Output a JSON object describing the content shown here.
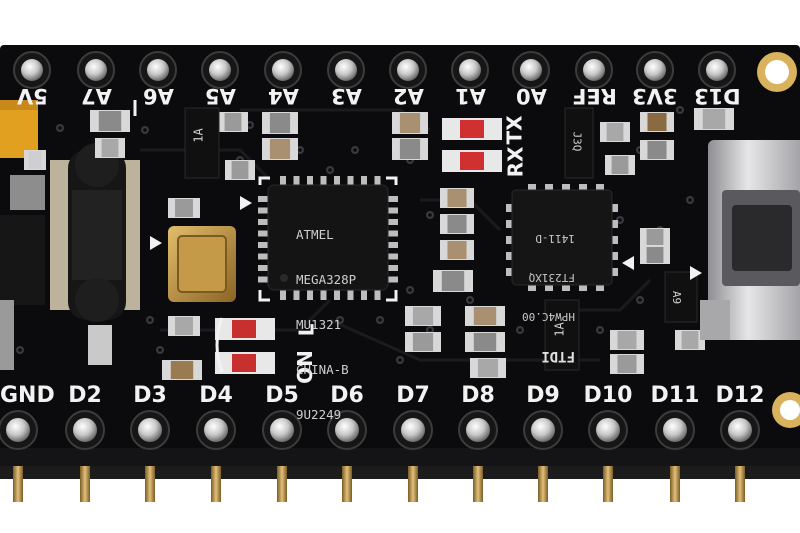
{
  "photo": {
    "subject": "Arduino Nano-style microcontroller board close-up",
    "colors": {
      "pcb": "#0b0b0d",
      "silkscreen": "#f2f2f2",
      "pin_metal": "#c9c9c9",
      "gold_pins": "#b08a40",
      "usb_metal": "#b5b5b8",
      "led_red": "#d03030",
      "crystal_gold": "#b8893a",
      "tantalum": "#e8a020"
    }
  },
  "top_header_labels": [
    "5V",
    "A7",
    "A6",
    "A5",
    "A4",
    "A3",
    "A2",
    "A1",
    "A0",
    "REF",
    "3V3",
    "D13"
  ],
  "bottom_header_labels": [
    "GND",
    "D2",
    "D3",
    "D4",
    "D5",
    "D6",
    "D7",
    "D8",
    "D9",
    "D10",
    "D11",
    "D12"
  ],
  "side_labels": {
    "rx": "RX",
    "tx": "TX",
    "on": "ON",
    "l": "L"
  },
  "mcu_marking": [
    "ATMEL",
    "MEGA328P",
    "MU1321",
    "CHINA-B",
    "9U2249"
  ],
  "usb_chip_marking": [
    "FT231XQ",
    "HPW4C.00",
    "1411-D"
  ],
  "usb_chip_logo": "FTDI",
  "small_parts": {
    "regulator_a": "1A",
    "regulator_b": "1A",
    "diode": "A9",
    "sot_top": "J3Q"
  }
}
